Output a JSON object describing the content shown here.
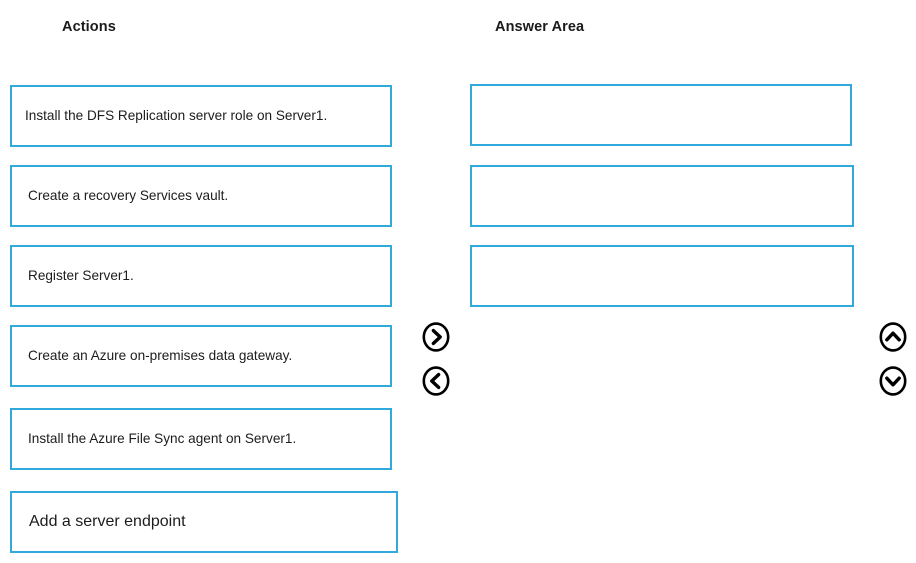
{
  "columns": {
    "actions_heading": "Actions",
    "answer_heading": "Answer Area"
  },
  "actions": {
    "items": [
      {
        "label": "Install the DFS Replication server role on Server1."
      },
      {
        "label": "Create a recovery Services vault."
      },
      {
        "label": "Register Server1."
      },
      {
        "label": "Create an Azure on-premises data gateway."
      },
      {
        "label": "Install the Azure File Sync agent on Server1."
      },
      {
        "label": "Add a server endpoint"
      }
    ]
  },
  "answer_area": {
    "slots": [
      {
        "value": ""
      },
      {
        "value": ""
      },
      {
        "value": ""
      }
    ]
  },
  "controls": {
    "move_right": "move-right-icon",
    "move_left": "move-left-icon",
    "move_up": "move-up-icon",
    "move_down": "move-down-icon"
  },
  "colors": {
    "border": "#31a9dd",
    "text": "#1c1c1c",
    "background": "#ffffff",
    "icon": "#000000"
  }
}
